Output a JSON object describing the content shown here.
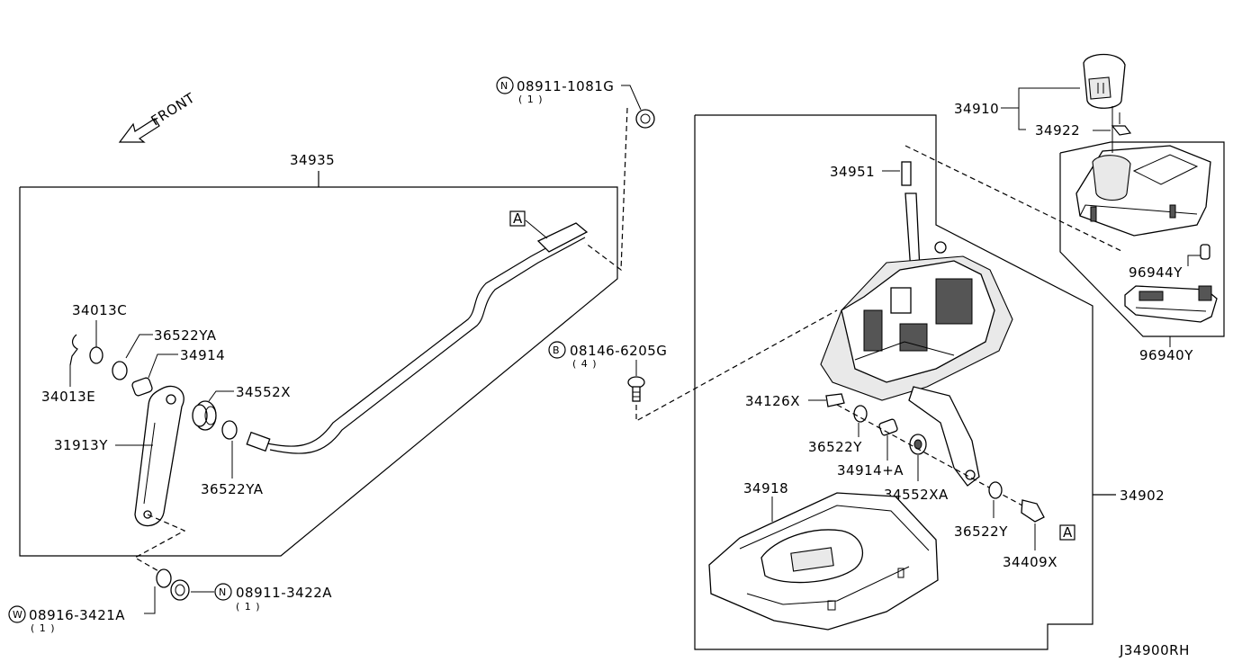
{
  "front_label": "FRONT",
  "diagram_id": "J34900RH",
  "parts": {
    "p34935": "34935",
    "p34013c": "34013C",
    "p36522ya_top": "36522YA",
    "p34914": "34914",
    "p34013e": "34013E",
    "p34552x": "34552X",
    "p31913y": "31913Y",
    "p36522ya_bottom": "36522YA",
    "p08911_1081g": "08911-1081G",
    "p08911_1081g_qty": "( 1 )",
    "p08146_6205g": "08146-6205G",
    "p08146_6205g_qty": "( 4 )",
    "p08916_3421a": "08916-3421A",
    "p08916_3421a_qty": "( 1 )",
    "p08911_3422a": "08911-3422A",
    "p08911_3422a_qty": "( 1 )",
    "p34910": "34910",
    "p34922": "34922",
    "p34951": "34951",
    "p96944y": "96944Y",
    "p96940y": "96940Y",
    "p34126x": "34126X",
    "p36522y_top": "36522Y",
    "p34914a": "34914+A",
    "p34552xa": "34552XA",
    "p34918": "34918",
    "p34902": "34902",
    "p36522y_bottom": "36522Y",
    "p34409x": "34409X"
  },
  "markers": {
    "ref_a": "A",
    "ref_n": "N",
    "ref_b": "B",
    "ref_w": "W"
  }
}
